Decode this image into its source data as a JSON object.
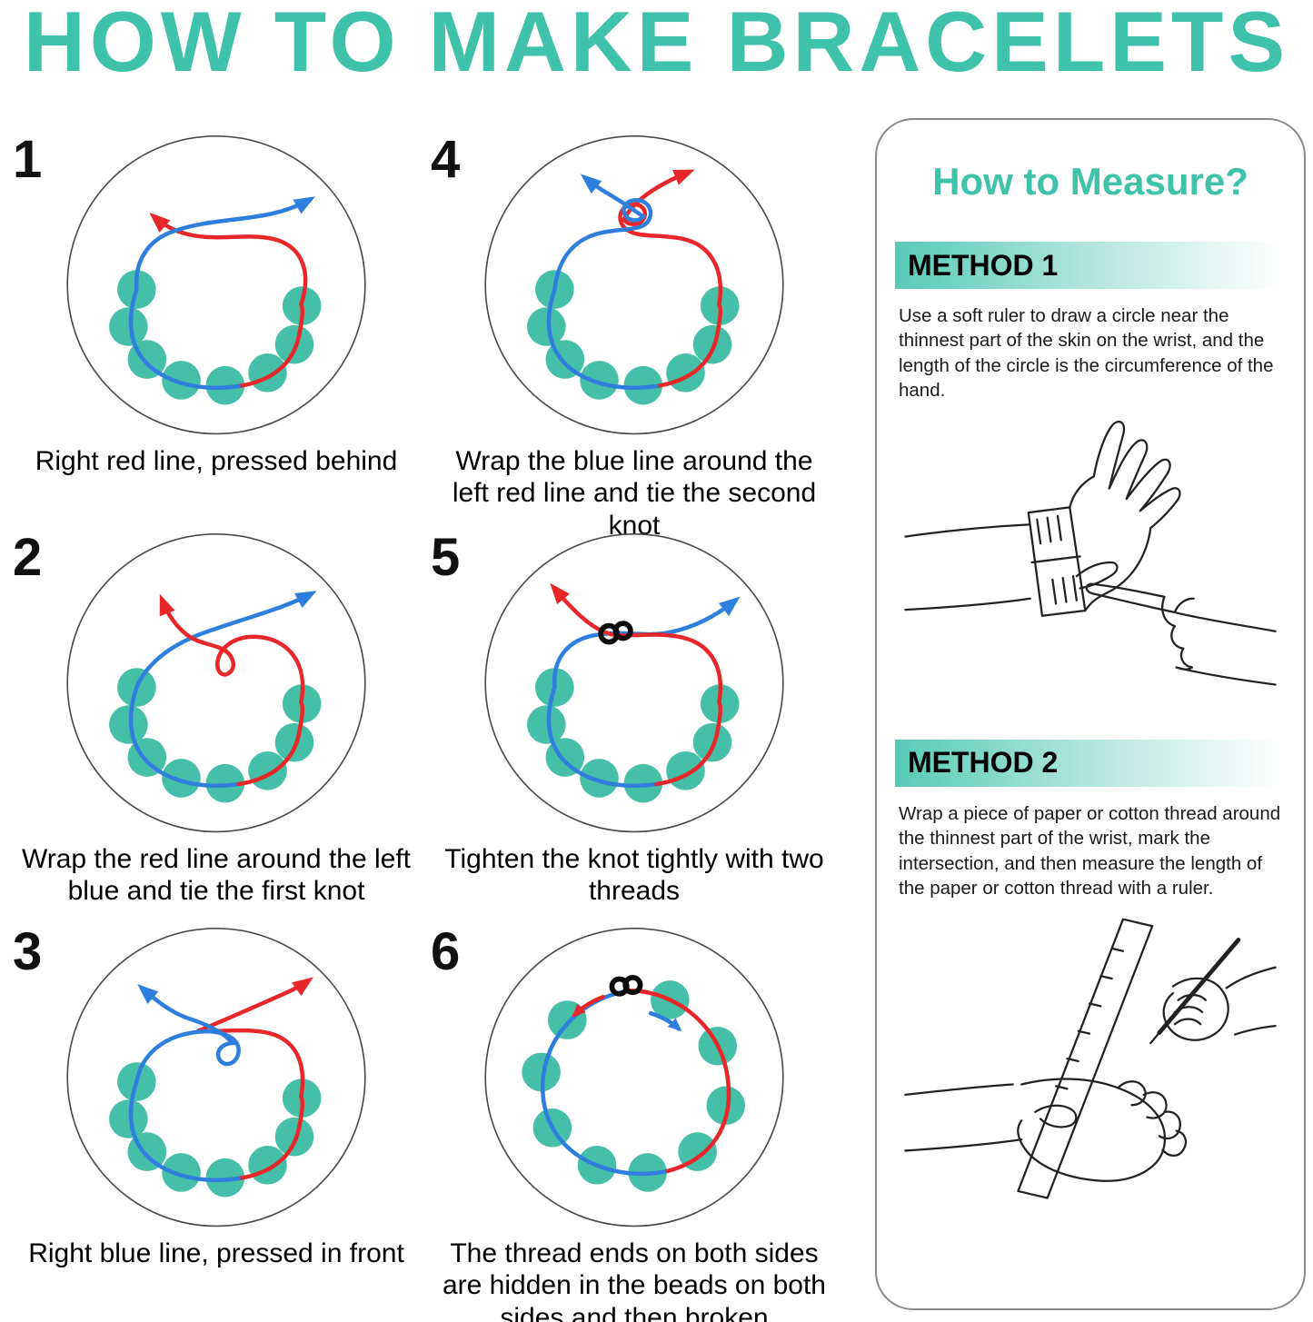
{
  "title": "HOW TO MAKE BRACELETS",
  "steps": [
    {
      "num": "1",
      "caption": "Right red line, pressed behind"
    },
    {
      "num": "2",
      "caption": "Wrap the red line around the left blue and tie the first knot"
    },
    {
      "num": "3",
      "caption": "Right blue line, pressed in front"
    },
    {
      "num": "4",
      "caption": "Wrap the blue line around the left red line and tie the second knot"
    },
    {
      "num": "5",
      "caption": "Tighten the knot tightly with two threads"
    },
    {
      "num": "6",
      "caption": "The thread ends on both sides are hidden in the beads on both sides and then broken"
    }
  ],
  "measure_panel": {
    "title": "How to Measure?",
    "methods": [
      {
        "label": "METHOD 1",
        "text": "Use a soft ruler to draw a circle near the thinnest part of the skin on the wrist, and the length of the circle is the circumference of the hand."
      },
      {
        "label": "METHOD 2",
        "text": "Wrap a piece of paper or cotton thread around the thinnest part of the wrist, mark the intersection, and then measure the length of the paper or cotton thread with a ruler."
      }
    ]
  },
  "colors": {
    "title_teal": "#3fc2aa",
    "bead_teal": "#45bfa7",
    "thread_red": "#e8272b",
    "thread_blue": "#2e7fdd",
    "knot_black": "#0a0a0a"
  },
  "icons": [
    {
      "name": "red-arrowhead",
      "meaning": "direction of red thread"
    },
    {
      "name": "blue-arrowhead",
      "meaning": "direction of blue thread"
    }
  ]
}
